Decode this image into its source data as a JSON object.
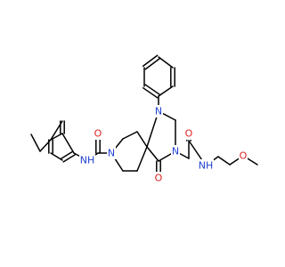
{
  "atoms": [
    {
      "id": "N1",
      "label": "N",
      "color": "#1f3fd1"
    },
    {
      "id": "N2",
      "label": "N",
      "color": "#1f3fd1"
    },
    {
      "id": "N3",
      "label": "N",
      "color": "#1f3fd1"
    },
    {
      "id": "NH1",
      "label": "NH",
      "color": "#1f3fd1"
    },
    {
      "id": "NH2",
      "label": "NH",
      "color": "#1f3fd1"
    },
    {
      "id": "O1",
      "label": "O",
      "color": "#e01f1f"
    },
    {
      "id": "O2",
      "label": "O",
      "color": "#e01f1f"
    },
    {
      "id": "O3",
      "label": "O",
      "color": "#e01f1f"
    },
    {
      "id": "O4",
      "label": "O",
      "color": "#e01f1f"
    }
  ]
}
